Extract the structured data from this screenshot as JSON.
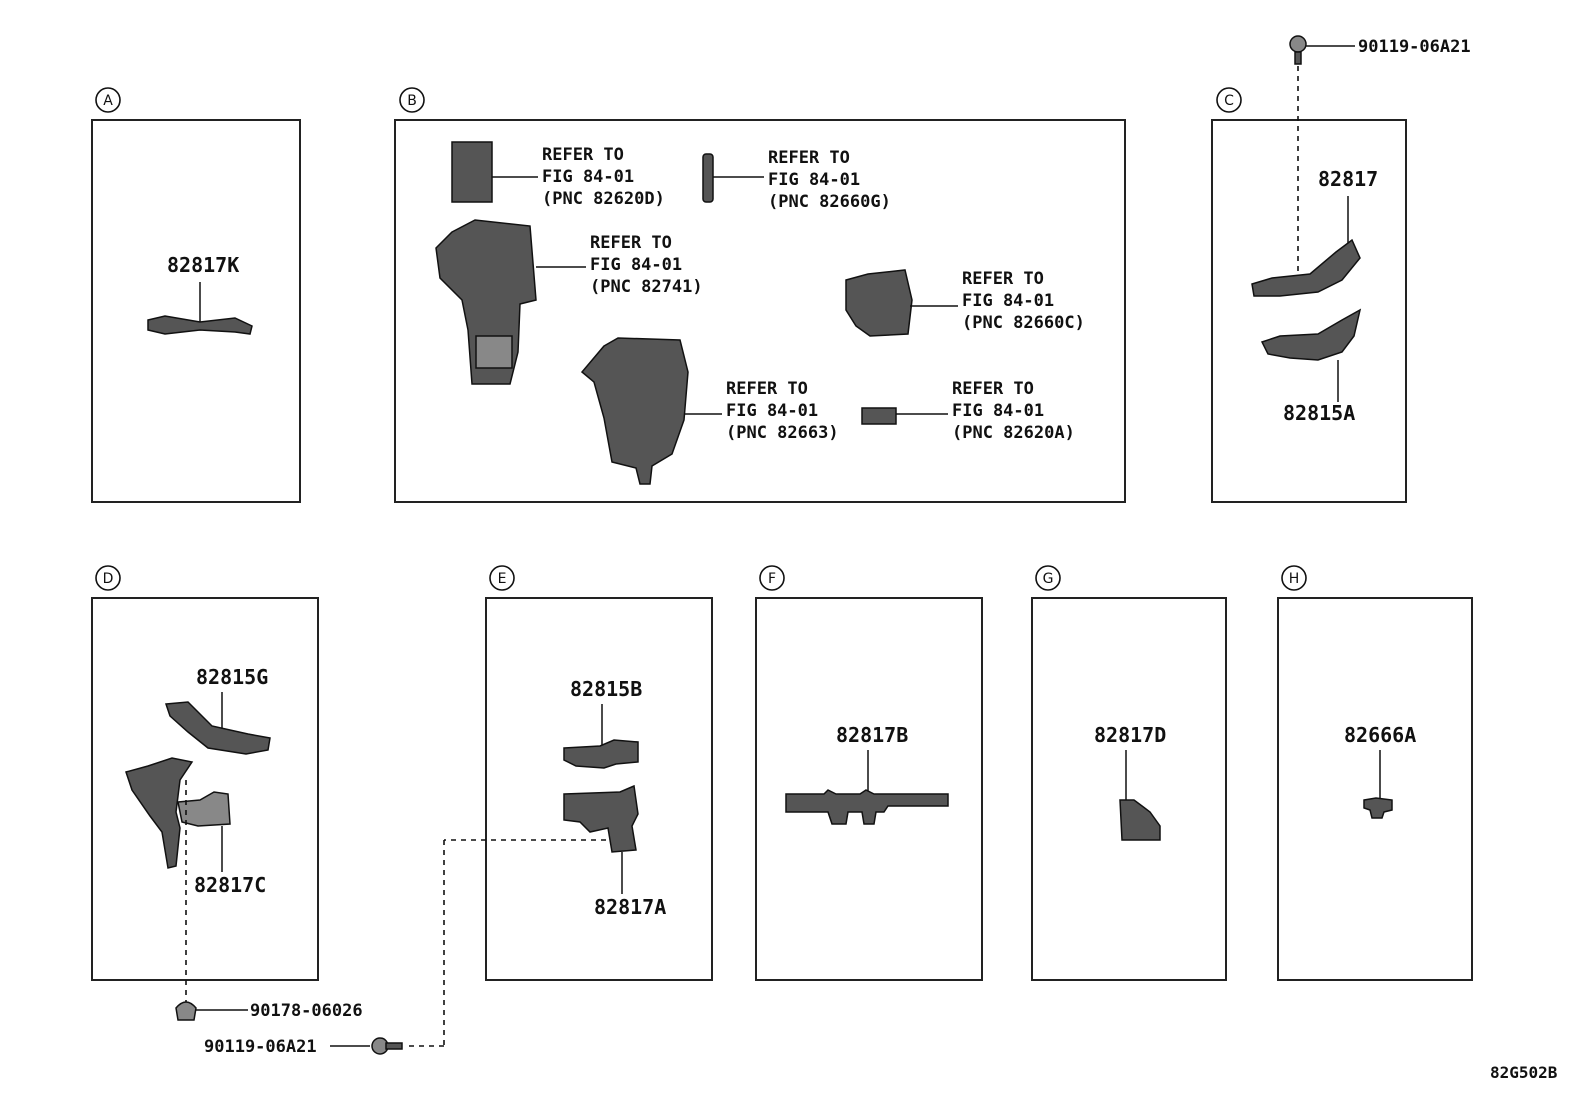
{
  "diagram_code": "82G502B",
  "sections": {
    "A": {
      "letter": "A",
      "part": "82817K"
    },
    "B": {
      "letter": "B",
      "refs": [
        {
          "l1": "REFER TO",
          "l2": "FIG 84-01",
          "l3": "(PNC 82620D)"
        },
        {
          "l1": "REFER TO",
          "l2": "FIG 84-01",
          "l3": "(PNC 82660G)"
        },
        {
          "l1": "REFER TO",
          "l2": "FIG 84-01",
          "l3": "(PNC 82741)"
        },
        {
          "l1": "REFER TO",
          "l2": "FIG 84-01",
          "l3": "(PNC 82660C)"
        },
        {
          "l1": "REFER TO",
          "l2": "FIG 84-01",
          "l3": "(PNC 82663)"
        },
        {
          "l1": "REFER TO",
          "l2": "FIG 84-01",
          "l3": "(PNC 82620A)"
        }
      ]
    },
    "C": {
      "letter": "C",
      "part_top": "82817",
      "part_bottom": "82815A",
      "bolt": "90119-06A21"
    },
    "D": {
      "letter": "D",
      "part_top": "82815G",
      "part_bottom": "82817C",
      "nut": "90178-06026"
    },
    "E": {
      "letter": "E",
      "part_top": "82815B",
      "part_bottom": "82817A",
      "bolt": "90119-06A21"
    },
    "F": {
      "letter": "F",
      "part": "82817B"
    },
    "G": {
      "letter": "G",
      "part": "82817D"
    },
    "H": {
      "letter": "H",
      "part": "82666A"
    }
  }
}
